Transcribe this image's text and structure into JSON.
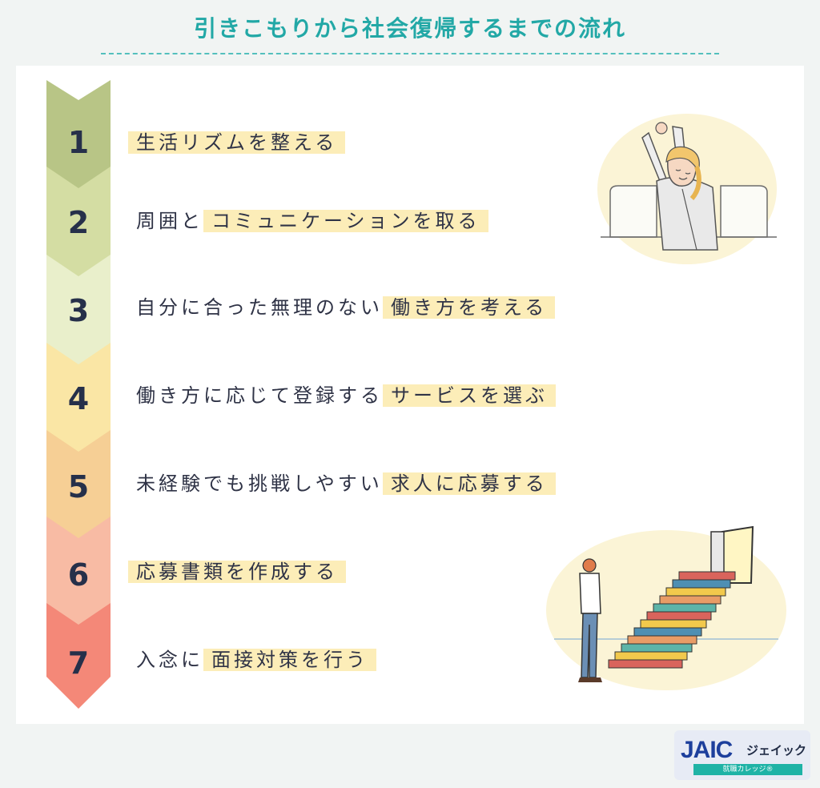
{
  "title": "引きこもりから社会復帰するまでの流れ",
  "steps": [
    {
      "num": "1",
      "pre": "",
      "hl": "生活リズムを整える",
      "color": "#b8c586"
    },
    {
      "num": "2",
      "pre": "周囲と",
      "hl": "コミュニケーションを取る",
      "color": "#d4dda3"
    },
    {
      "num": "3",
      "pre": "自分に合った無理のない",
      "hl": "働き方を考える",
      "color": "#e9efcb"
    },
    {
      "num": "4",
      "pre": "働き方に応じて登録する",
      "hl": "サービスを選ぶ",
      "color": "#fae6a5"
    },
    {
      "num": "5",
      "pre": "未経験でも挑戦しやすい",
      "hl": "求人に応募する",
      "color": "#f6cf95"
    },
    {
      "num": "6",
      "pre": "",
      "hl": "応募書類を作成する",
      "color": "#f8bba4"
    },
    {
      "num": "7",
      "pre": "入念に",
      "hl": "面接対策を行う",
      "color": "#f48878"
    }
  ],
  "logo": {
    "brand": "JAIC",
    "kana": "ジェイック",
    "tagline": "就職カレッジ®"
  },
  "icons": [
    "stretching-person-illustration",
    "stairs-to-door-illustration"
  ]
}
